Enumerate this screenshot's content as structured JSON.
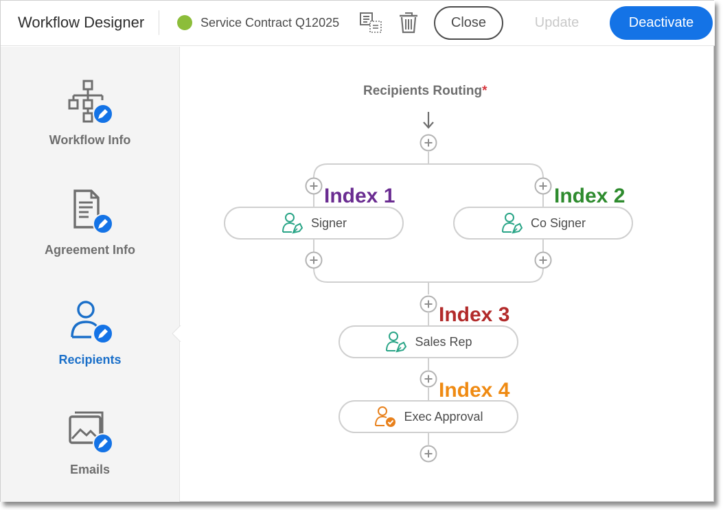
{
  "header": {
    "app_title": "Workflow Designer",
    "workflow_name": "Service Contract Q12025",
    "status_color": "#8cbd3a",
    "close_label": "Close",
    "update_label": "Update",
    "deactivate_label": "Deactivate",
    "copy_icon": "copy-details-icon",
    "trash_icon": "trash-icon"
  },
  "sidebar": {
    "items": [
      {
        "label": "Workflow Info",
        "icon": "hierarchy-edit-icon",
        "active": false
      },
      {
        "label": "Agreement Info",
        "icon": "document-edit-icon",
        "active": false
      },
      {
        "label": "Recipients",
        "icon": "user-edit-icon",
        "active": true
      },
      {
        "label": "Emails",
        "icon": "image-edit-icon",
        "active": false
      }
    ]
  },
  "routing": {
    "title": "Recipients Routing",
    "required_mark": "*",
    "nodes": [
      {
        "label": "Signer",
        "icon": "signer-icon",
        "index_label": "Index 1",
        "index_color": "#6a2c91"
      },
      {
        "label": "Co Signer",
        "icon": "signer-icon",
        "index_label": "Index 2",
        "index_color": "#2e8b2e"
      },
      {
        "label": "Sales Rep",
        "icon": "signer-icon",
        "index_label": "Index 3",
        "index_color": "#b22a2a"
      },
      {
        "label": "Exec Approval",
        "icon": "approver-icon",
        "index_label": "Index 4",
        "index_color": "#ef8a12"
      }
    ]
  },
  "colors": {
    "accent": "#1473e6",
    "signer_icon": "#2aa587",
    "approver_icon": "#e8801b",
    "active_sidebar": "#1a6fc9"
  }
}
